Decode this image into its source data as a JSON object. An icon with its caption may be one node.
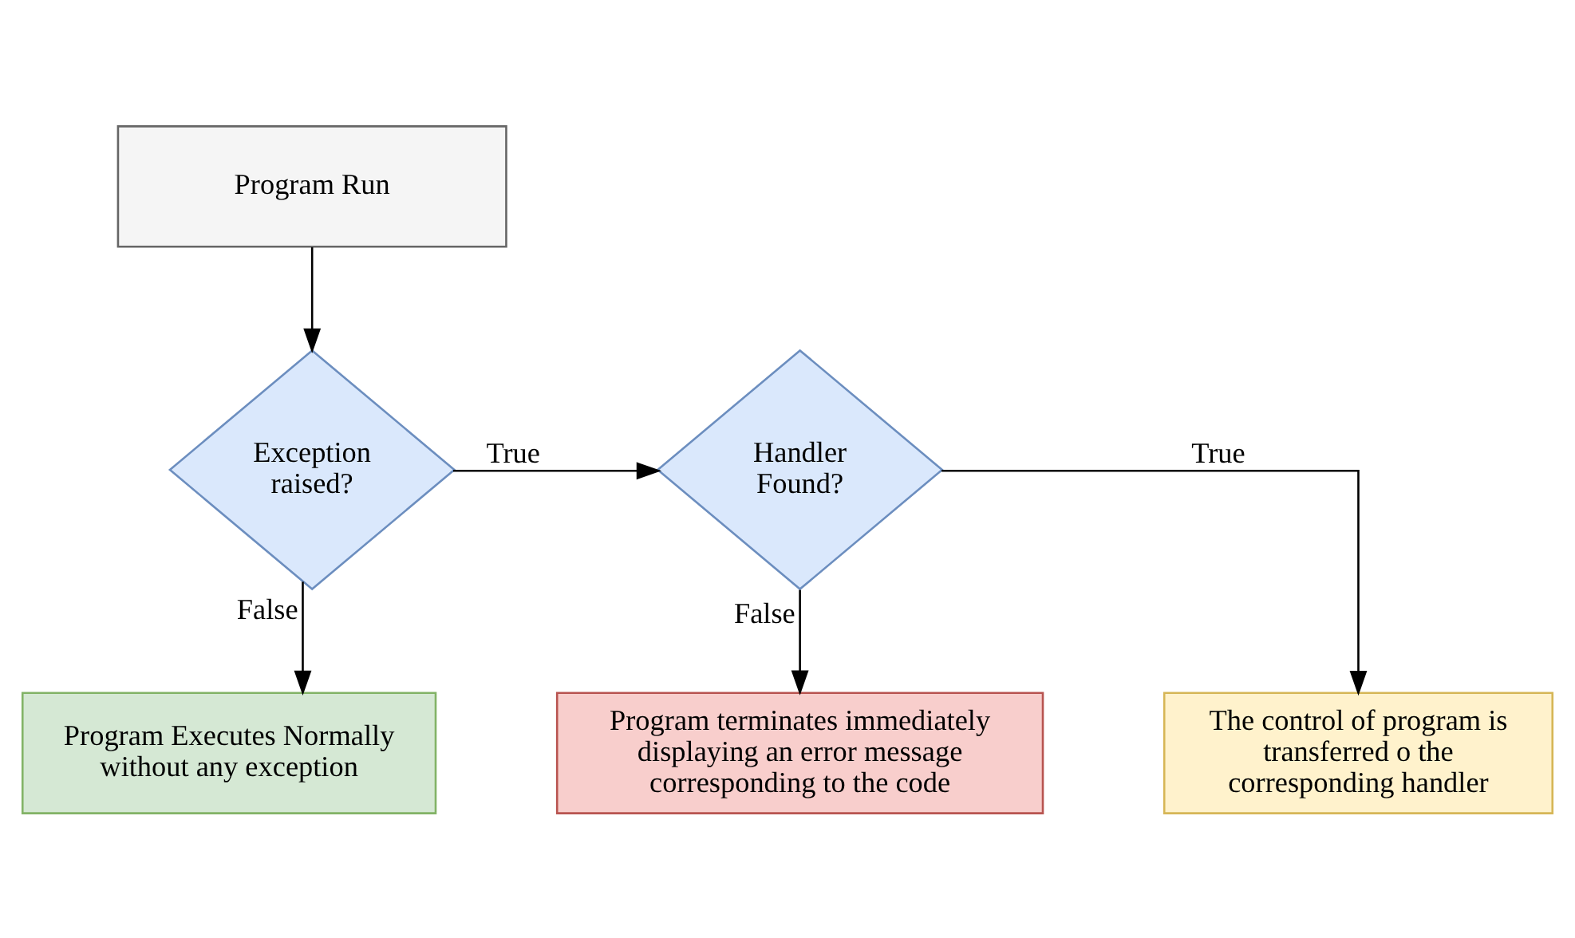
{
  "diagram": {
    "nodes": [
      {
        "text": [
          "Program Run"
        ]
      },
      {
        "text": [
          "Exception raised?"
        ]
      },
      {
        "text": [
          "Handler Found?"
        ]
      },
      {
        "text": [
          "Program Executes Normally without any exception"
        ]
      },
      {
        "text": [
          "Program terminates immediately displaying an error message corresponding to the code"
        ]
      },
      {
        "text": [
          "The control of program is transferred o the corresponding handler"
        ]
      }
    ],
    "edges": [
      {
        "from": 0,
        "to": 1,
        "arrow": "to"
      },
      {
        "from": 1,
        "to": 2,
        "arrow": "to",
        "label": "True"
      },
      {
        "from": 1,
        "to": 3,
        "arrow": "to",
        "label": "False"
      },
      {
        "from": 2,
        "to": 4,
        "arrow": "to",
        "label": "False"
      },
      {
        "from": 2,
        "to": 5,
        "arrow": "to",
        "label": "True"
      }
    ]
  }
}
